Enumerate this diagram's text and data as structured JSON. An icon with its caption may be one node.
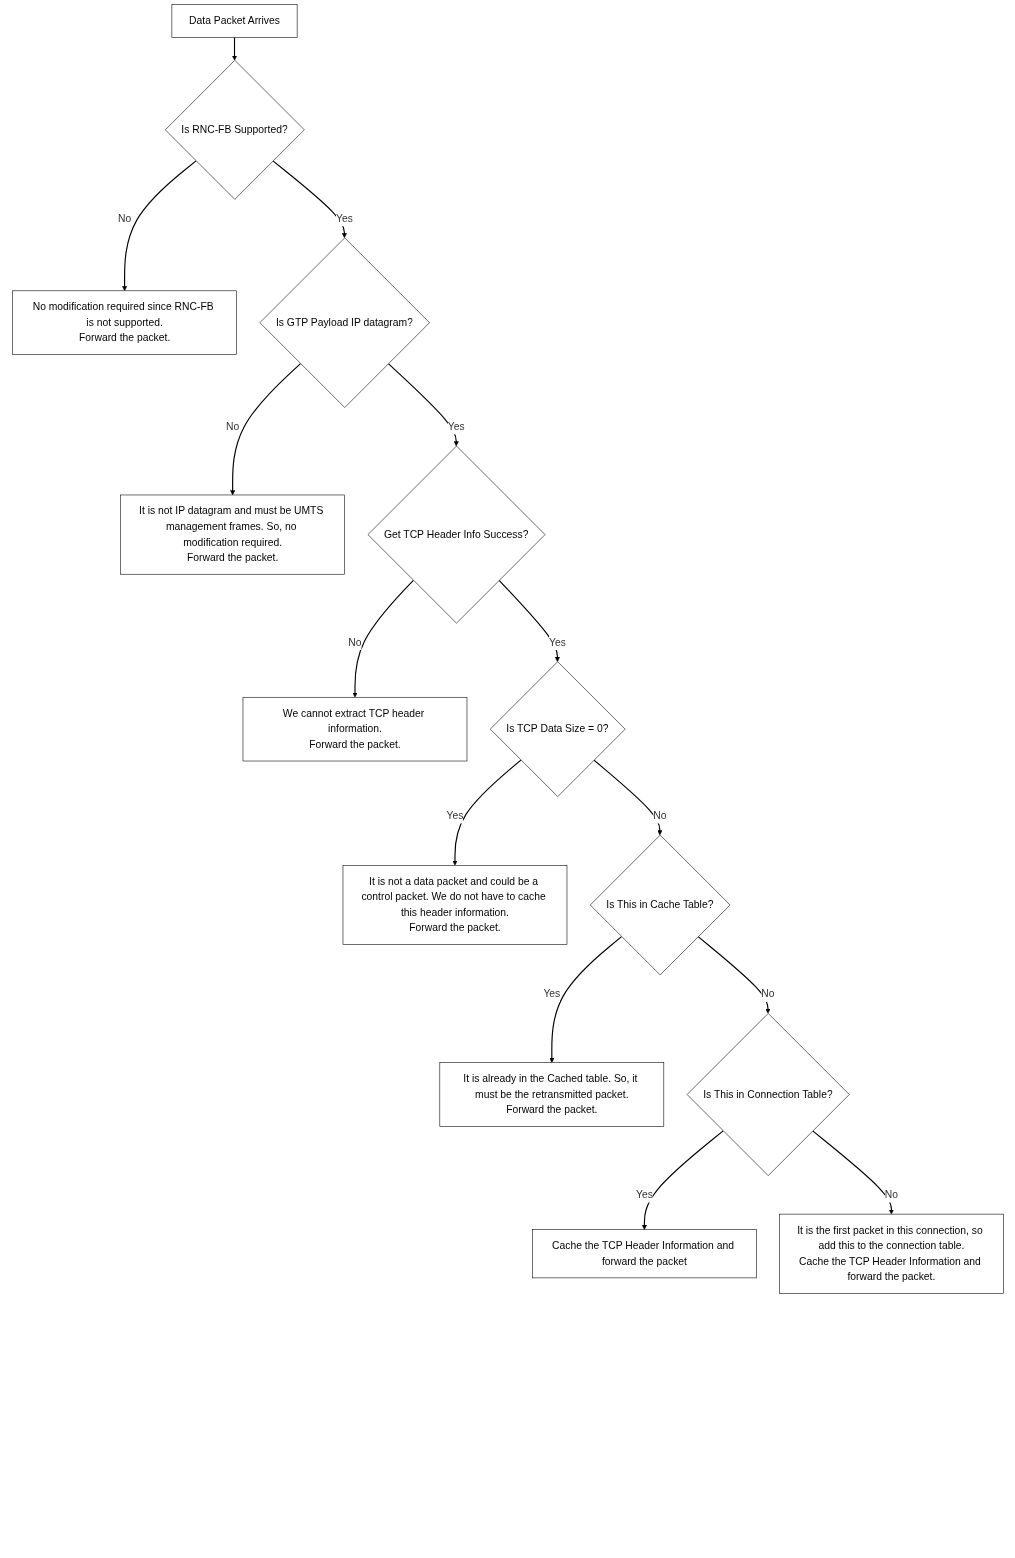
{
  "diagram": {
    "nodes": [
      {
        "text": [
          "Data Packet Arrives"
        ]
      },
      {
        "text": [
          "Is RNC-FB Supported?"
        ]
      },
      {
        "text": [
          "No modification required since RNC-FB is not supported.",
          "Forward the packet."
        ]
      },
      {
        "text": [
          "Is GTP Payload IP datagram?"
        ]
      },
      {
        "text": [
          "It is not IP datagram and must be UMTS management frames. So, no modification required.",
          "Forward the packet."
        ]
      },
      {
        "text": [
          "Get TCP Header Info Success?"
        ]
      },
      {
        "text": [
          "We cannot extract TCP header information.",
          "Forward the packet."
        ]
      },
      {
        "text": [
          "Is TCP Data Size = 0?"
        ]
      },
      {
        "text": [
          "It is not a data packet and could be a control packet. We do not have to cache this header information.",
          "Forward the packet."
        ]
      },
      {
        "text": [
          "Is This in Cache Table?"
        ]
      },
      {
        "text": [
          "It is already in the Cached table. So, it must be the retransmitted packet.",
          "Forward the packet."
        ]
      },
      {
        "text": [
          "Is This in Connection Table?"
        ]
      },
      {
        "text": [
          "Cache the TCP Header Information and forward the packet"
        ]
      },
      {
        "text": [
          "It is the first packet in this connection, so add this to the connection table.",
          "Cache the TCP Header Information and forward the packet."
        ]
      }
    ],
    "edges": [
      {
        "from": 0,
        "to": 1,
        "arrow": "to"
      },
      {
        "from": 1,
        "to": 2,
        "arrow": "to",
        "label": "No"
      },
      {
        "from": 1,
        "to": 3,
        "arrow": "to",
        "label": "Yes"
      },
      {
        "from": 3,
        "to": 4,
        "arrow": "to",
        "label": "No"
      },
      {
        "from": 3,
        "to": 5,
        "arrow": "to",
        "label": "Yes"
      },
      {
        "from": 5,
        "to": 6,
        "arrow": "to",
        "label": "No"
      },
      {
        "from": 5,
        "to": 7,
        "arrow": "to",
        "label": "Yes"
      },
      {
        "from": 7,
        "to": 8,
        "arrow": "to",
        "label": "Yes"
      },
      {
        "from": 7,
        "to": 9,
        "arrow": "to",
        "label": "No"
      },
      {
        "from": 9,
        "to": 10,
        "arrow": "to",
        "label": "Yes"
      },
      {
        "from": 9,
        "to": 11,
        "arrow": "to",
        "label": "No"
      },
      {
        "from": 11,
        "to": 12,
        "arrow": "to",
        "label": "Yes"
      },
      {
        "from": 11,
        "to": 13,
        "arrow": "to",
        "label": "No"
      }
    ]
  }
}
